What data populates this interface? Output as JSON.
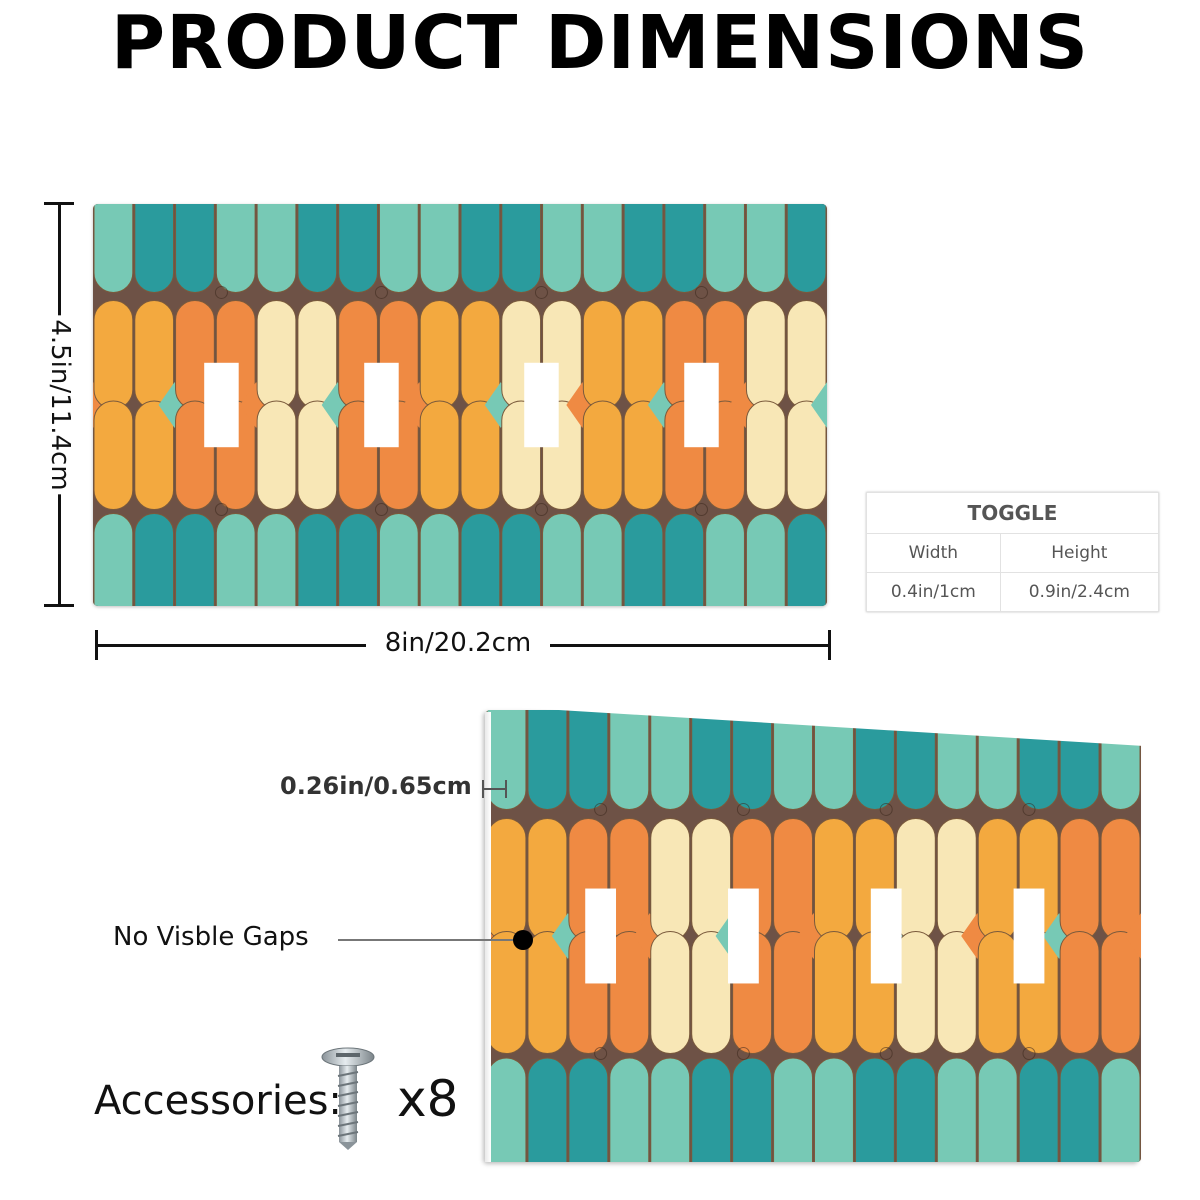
{
  "title": "PRODUCT DIMENSIONS",
  "dimensions": {
    "width_label": "8in/20.2cm",
    "height_label": "4.5in/11.4cm",
    "thickness_label": "0.26in/0.65cm"
  },
  "toggle_table": {
    "header": "TOGGLE",
    "columns": [
      "Width",
      "Height"
    ],
    "values": [
      "0.4in/1cm",
      "0.9in/2.4cm"
    ]
  },
  "callout": "No Visble Gaps",
  "accessories": {
    "label": "Accessories:",
    "icon": "screw-icon",
    "count": "x8"
  },
  "product": {
    "gang_count": 4,
    "colors": {
      "teal_light": "#77c9b5",
      "teal_dark": "#2a9b9d",
      "orange": "#ef8a43",
      "amber": "#f3a93f",
      "cream": "#f8e7b6",
      "brown": "#6e5246"
    }
  }
}
